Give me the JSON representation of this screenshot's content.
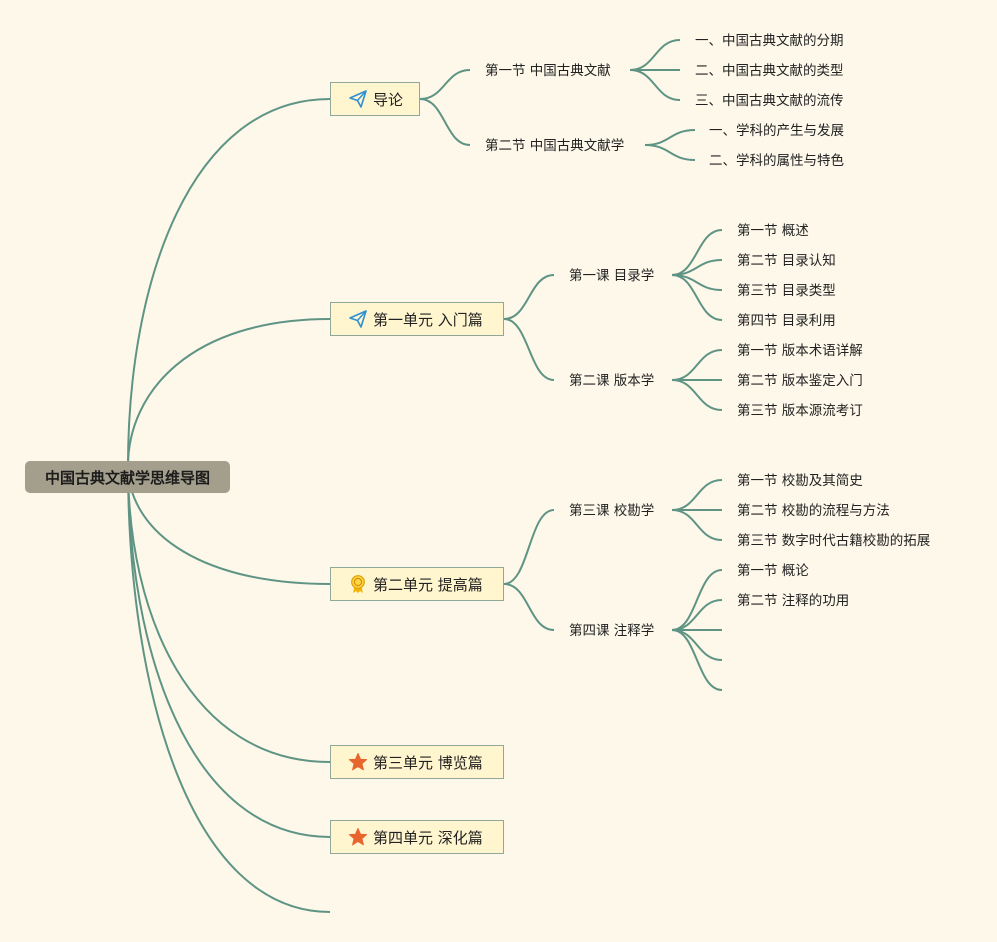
{
  "root": {
    "label": "中国古典文献学思维导图"
  },
  "sections": [
    {
      "label": "导论",
      "icon": "paper-plane-icon",
      "topics": [
        {
          "label": "第一节 中国古典文献",
          "items": [
            "一、中国古典文献的分期",
            "二、中国古典文献的类型",
            "三、中国古典文献的流传"
          ]
        },
        {
          "label": "第二节 中国古典文献学",
          "items": [
            "一、学科的产生与发展",
            "二、学科的属性与特色"
          ]
        }
      ]
    },
    {
      "label": "第一单元 入门篇",
      "icon": "paper-plane-icon",
      "topics": [
        {
          "label": "第一课 目录学",
          "items": [
            "第一节 概述",
            "第二节 目录认知",
            "第三节 目录类型",
            "第四节 目录利用"
          ]
        },
        {
          "label": "第二课 版本学",
          "items": [
            "第一节 版本术语详解",
            "第二节 版本鉴定入门",
            "第三节 版本源流考订"
          ]
        }
      ]
    },
    {
      "label": "第二单元 提高篇",
      "icon": "award-ribbon-icon",
      "topics": [
        {
          "label": "第三课 校勘学",
          "items": [
            "第一节 校勘及其简史",
            "第二节 校勘的流程与方法",
            "第三节 数字时代古籍校勘的拓展"
          ]
        },
        {
          "label": "第四课 注释学",
          "items": [
            "第一节 概论",
            "第二节 注释的功用",
            "",
            "",
            ""
          ]
        }
      ]
    },
    {
      "label": "第三单元 博览篇",
      "icon": "star-icon",
      "topics": []
    },
    {
      "label": "第四单元 深化篇",
      "icon": "star-icon",
      "topics": []
    },
    {
      "label": "",
      "icon": "",
      "topics": []
    }
  ],
  "colors": {
    "background": "#fdf8ea",
    "line": "#5f9485",
    "root_fill": "#a49e8c",
    "node_fill": "#fff5cf",
    "star": "#e8652e",
    "plane": "#2f8fd1",
    "award": "#f2b400"
  }
}
